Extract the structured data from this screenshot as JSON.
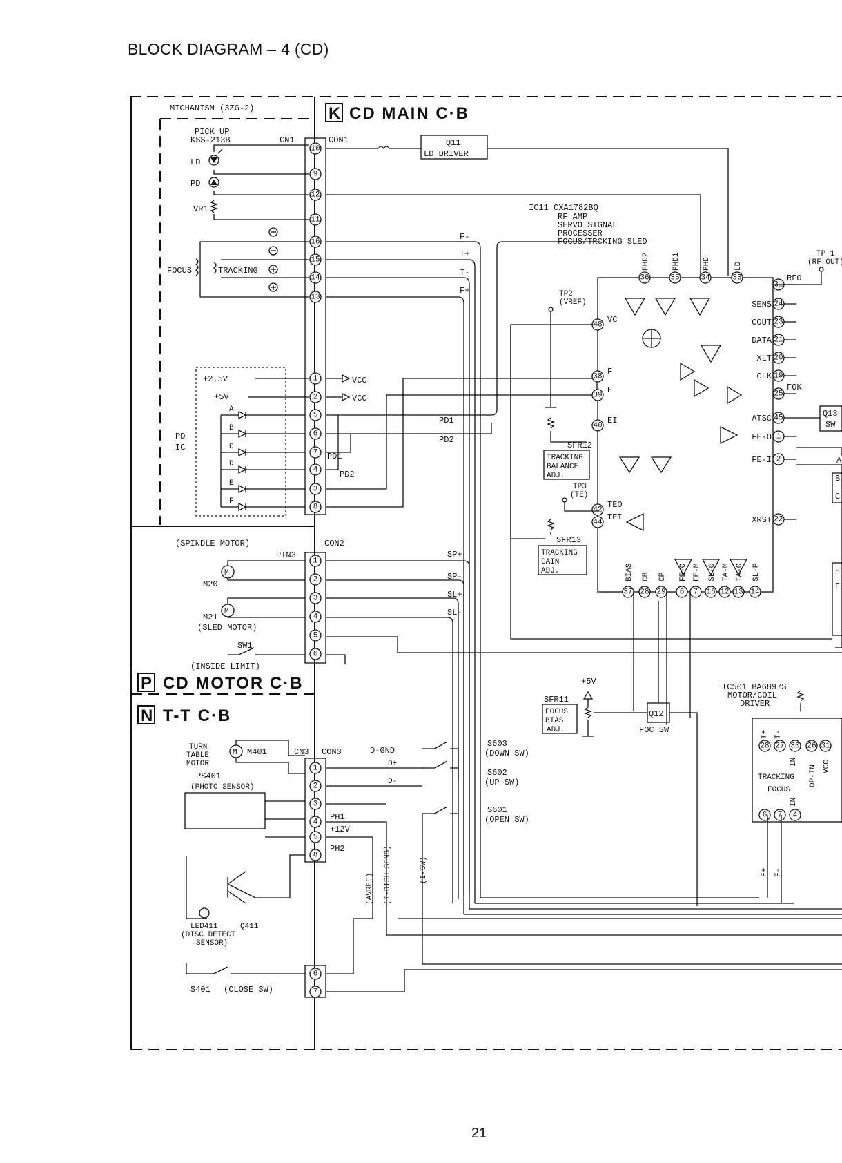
{
  "page_title": "BLOCK DIAGRAM – 4 (CD)",
  "page_number": "21",
  "mechanism": {
    "title": "MICHANISM (3ZG-2)",
    "pickup_label": "PICK UP",
    "pickup_model": "KSS-213B",
    "cn1": "CN1",
    "ld": "LD",
    "pd": "PD",
    "vr1": "VR1",
    "focus": "FOCUS",
    "tracking": "TRACKING",
    "plus25": "+2.5V",
    "plus5": "+5V",
    "pd_ic": "PD",
    "ic": "IC",
    "diodes": [
      "A",
      "B",
      "C",
      "D",
      "E",
      "F"
    ]
  },
  "main_board": {
    "letter": "K",
    "title": "CD MAIN C·B",
    "con1": "CON1",
    "con1_pins": [
      "10",
      "9",
      "12",
      "11",
      "16",
      "15",
      "14",
      "13",
      "1",
      "2",
      "5",
      "6",
      "7",
      "4",
      "3",
      "8"
    ],
    "q11_name": "Q11",
    "q11_desc": "LD DRIVER",
    "ic11_name": "IC11  CXA1782BQ",
    "ic11_lines": [
      "RF AMP",
      "SERVO SIGNAL",
      "PROCESSER",
      "FOCUS/TRCKING SLED"
    ],
    "wire_labels": [
      "F-",
      "T+",
      "T-",
      "F+"
    ],
    "vcc": "VCC",
    "pd1": "PD1",
    "pd2": "PD2",
    "tp1": "TP 1",
    "tp1_desc": "(RF OUT)",
    "tp2": "TP2",
    "tp2_desc": "(VREF)",
    "tp3": "TP3",
    "tp3_desc": "(TE)",
    "top_pins": [
      {
        "num": "36",
        "name": "PHD2"
      },
      {
        "num": "35",
        "name": "PHD1"
      },
      {
        "num": "34",
        "name": "PHD"
      },
      {
        "num": "33",
        "name": "LD"
      }
    ],
    "right_pins": [
      {
        "num": "31",
        "name": "RFO"
      },
      {
        "num": "24",
        "name": "SENS"
      },
      {
        "num": "23",
        "name": "COUT"
      },
      {
        "num": "21",
        "name": "DATA"
      },
      {
        "num": "20",
        "name": "XLT"
      },
      {
        "num": "19",
        "name": "CLK"
      },
      {
        "num": "25",
        "name": "FOK"
      },
      {
        "num": "45",
        "name": "ATSC"
      },
      {
        "num": "1",
        "name": "FE-O"
      },
      {
        "num": "2",
        "name": "FE-I"
      },
      {
        "num": "22",
        "name": "XRST"
      }
    ],
    "left_pins": [
      {
        "num": "48",
        "name": "VC"
      },
      {
        "num": "38",
        "name": "F"
      },
      {
        "num": "39",
        "name": "E"
      },
      {
        "num": "40",
        "name": "EI"
      },
      {
        "num": "42",
        "name": "TEO"
      },
      {
        "num": "44",
        "name": "TEI"
      }
    ],
    "bottom_pins": [
      {
        "num": "37",
        "name": "BIAS"
      },
      {
        "num": "28",
        "name": "CB"
      },
      {
        "num": "29",
        "name": "CP"
      },
      {
        "num": "6",
        "name": "FE-O"
      },
      {
        "num": "7",
        "name": "FE-M"
      },
      {
        "num": "16",
        "name": "SL-O"
      },
      {
        "num": "12",
        "name": "TA-M"
      },
      {
        "num": "13",
        "name": "TA-O"
      },
      {
        "num": "14",
        "name": "SL-P"
      }
    ],
    "sfr12": "SFR12",
    "sfr12_desc": [
      "TRACKING",
      "BALANCE",
      "ADJ."
    ],
    "sfr13": "SFR13",
    "sfr13_desc": [
      "TRACKING",
      "GAIN",
      "ADJ."
    ],
    "q13": "Q13",
    "q13_sub": "SW",
    "side_letters": [
      "A",
      "B",
      "C",
      "E",
      "F"
    ],
    "plus5v": "+5V",
    "sfr11": "SFR11",
    "sfr11_desc": [
      "FOCUS",
      "BIAS",
      "ADJ."
    ],
    "q12": "Q12",
    "foc_sw": "FOC SW",
    "ic501_name": "IC501 BA6897S",
    "ic501_lines": [
      "MOTOR/COIL",
      "DRIVER"
    ],
    "ic501_top_pins": [
      "28",
      "27",
      "30",
      "26",
      "31"
    ],
    "ic501_bottom_pins": [
      "6",
      "7",
      "4"
    ],
    "ic501_top_labels": [
      "T+",
      "T-"
    ],
    "ic501_bottom_labels": [
      "F+",
      "F-"
    ],
    "op_in": "OP-IN",
    "vcc_side": "VCC",
    "tracking_group": "TRACKING",
    "focus_group": "FOCUS",
    "in_label": "IN",
    "con2": "CON2",
    "con2_pins": [
      "1",
      "2",
      "3",
      "4",
      "5",
      "6"
    ],
    "con2_wires": [
      "SP+",
      "SP-",
      "SL+",
      "SL-"
    ]
  },
  "motor_board": {
    "letter": "P",
    "title": "CD MOTOR C·B",
    "spindle": "(SPINDLE MOTOR)",
    "pin3": "PIN3",
    "m20": "M20",
    "m21": "M21",
    "sled": "(SLED MOTOR)",
    "sw1": "SW1",
    "inside_limit": "(INSIDE LIMIT)"
  },
  "tt_board": {
    "letter": "N",
    "title": "T-T C·B",
    "turn_table": [
      "TURN",
      "TABLE",
      "MOTOR"
    ],
    "m401": "M401",
    "ps401": "PS401",
    "photo_sensor": "(PHOTO SENSOR)",
    "led411": "LED411",
    "q411": "Q411",
    "disc_detect": [
      "(DISC DETECT",
      "SENSOR)"
    ],
    "s401": "S401",
    "close_sw": "(CLOSE SW)",
    "cn3": "CN3",
    "con3": "CON3",
    "con3_pins": [
      "1",
      "2",
      "3",
      "4",
      "5",
      "8",
      "6",
      "7"
    ],
    "ph1": "PH1",
    "plus12v": "+12V",
    "ph2": "PH2",
    "d_gnd": "D-GND",
    "d_plus": "D+",
    "d_minus": "D-",
    "vert_labels": [
      "(AVREF)",
      "(I-DISH SENS)",
      "(I-SW)"
    ],
    "s603": "S603",
    "s603_desc": "(DOWN SW)",
    "s602": "S602",
    "s602_desc": "(UP SW)",
    "s601": "S601",
    "s601_desc": "(OPEN SW)"
  }
}
